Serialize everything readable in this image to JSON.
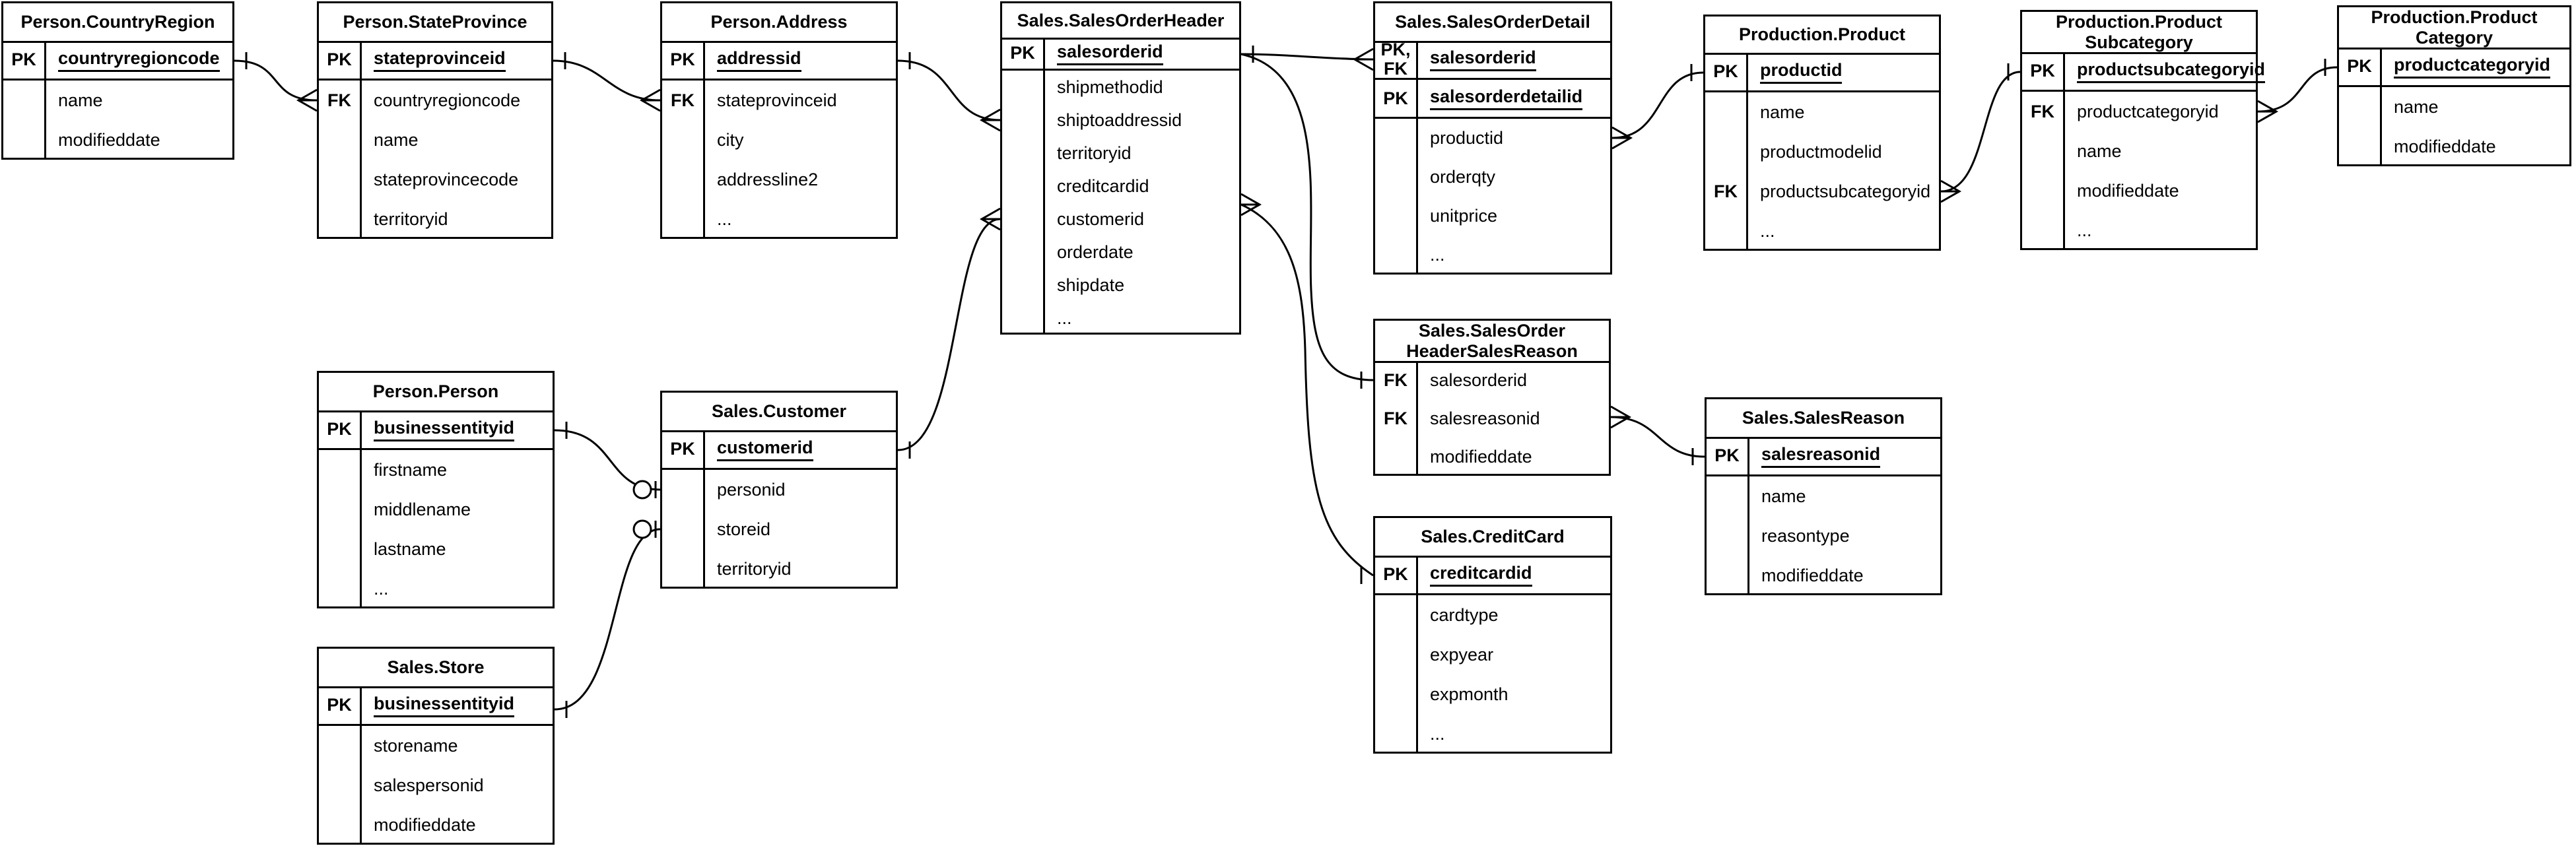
{
  "diagram": {
    "title": "AdventureWorks sales schema ER diagram",
    "notation": "crow's foot",
    "colors": {
      "line": "#000000",
      "background": "#ffffff",
      "text": "#000000"
    },
    "tables": [
      {
        "id": "countryregion",
        "title": "Person.CountryRegion",
        "rows": [
          {
            "key": "PK",
            "label": "countryregioncode",
            "section": "key",
            "underline": true
          },
          {
            "key": "",
            "label": "name",
            "section": "body",
            "underline": false
          },
          {
            "key": "",
            "label": "modifieddate",
            "section": "body",
            "underline": false
          }
        ]
      },
      {
        "id": "stateprovince",
        "title": "Person.StateProvince",
        "rows": [
          {
            "key": "PK",
            "label": "stateprovinceid",
            "section": "key",
            "underline": true
          },
          {
            "key": "FK",
            "label": "countryregioncode",
            "section": "body",
            "underline": false
          },
          {
            "key": "",
            "label": "name",
            "section": "body",
            "underline": false
          },
          {
            "key": "",
            "label": "stateprovincecode",
            "section": "body",
            "underline": false
          },
          {
            "key": "",
            "label": "territoryid",
            "section": "body",
            "underline": false
          }
        ]
      },
      {
        "id": "address",
        "title": "Person.Address",
        "rows": [
          {
            "key": "PK",
            "label": "addressid",
            "section": "key",
            "underline": true
          },
          {
            "key": "FK",
            "label": "stateprovinceid",
            "section": "body",
            "underline": false
          },
          {
            "key": "",
            "label": "city",
            "section": "body",
            "underline": false
          },
          {
            "key": "",
            "label": "addressline2",
            "section": "body",
            "underline": false
          },
          {
            "key": "",
            "label": "...",
            "section": "body",
            "underline": false
          }
        ]
      },
      {
        "id": "salesorderheader",
        "title": "Sales.SalesOrderHeader",
        "rows": [
          {
            "key": "PK",
            "label": "salesorderid",
            "section": "key",
            "underline": true
          },
          {
            "key": "",
            "label": "shipmethodid",
            "section": "body",
            "underline": false
          },
          {
            "key": "",
            "label": "shiptoaddressid",
            "section": "body",
            "underline": false
          },
          {
            "key": "",
            "label": "territoryid",
            "section": "body",
            "underline": false
          },
          {
            "key": "",
            "label": "creditcardid",
            "section": "body",
            "underline": false
          },
          {
            "key": "",
            "label": "customerid",
            "section": "body",
            "underline": false
          },
          {
            "key": "",
            "label": "orderdate",
            "section": "body",
            "underline": false
          },
          {
            "key": "",
            "label": "shipdate",
            "section": "body",
            "underline": false
          },
          {
            "key": "",
            "label": "...",
            "section": "body",
            "underline": false
          }
        ]
      },
      {
        "id": "salesorderdetail",
        "title": "Sales.SalesOrderDetail",
        "rows": [
          {
            "key": "PK,\nFK",
            "label": "salesorderid",
            "section": "key",
            "underline": true
          },
          {
            "key": "PK",
            "label": "salesorderdetailid",
            "section": "key",
            "underline": true
          },
          {
            "key": "",
            "label": "productid",
            "section": "body",
            "underline": false
          },
          {
            "key": "",
            "label": "orderqty",
            "section": "body",
            "underline": false
          },
          {
            "key": "",
            "label": "unitprice",
            "section": "body",
            "underline": false
          },
          {
            "key": "",
            "label": "...",
            "section": "body",
            "underline": false
          }
        ]
      },
      {
        "id": "product",
        "title": "Production.Product",
        "rows": [
          {
            "key": "PK",
            "label": "productid",
            "section": "key",
            "underline": true
          },
          {
            "key": "",
            "label": "name",
            "section": "body",
            "underline": false
          },
          {
            "key": "",
            "label": "productmodelid",
            "section": "body",
            "underline": false
          },
          {
            "key": "FK",
            "label": "productsubcategoryid",
            "section": "body",
            "underline": false
          },
          {
            "key": "",
            "label": "...",
            "section": "body",
            "underline": false
          }
        ]
      },
      {
        "id": "productsubcategory",
        "title": "Production.Product\nSubcategory",
        "rows": [
          {
            "key": "PK",
            "label": "productsubcategoryid",
            "section": "key",
            "underline": true
          },
          {
            "key": "FK",
            "label": "productcategoryid",
            "section": "body",
            "underline": false
          },
          {
            "key": "",
            "label": "name",
            "section": "body",
            "underline": false
          },
          {
            "key": "",
            "label": "modifieddate",
            "section": "body",
            "underline": false
          },
          {
            "key": "",
            "label": "...",
            "section": "body",
            "underline": false
          }
        ]
      },
      {
        "id": "productcategory",
        "title": "Production.Product\nCategory",
        "rows": [
          {
            "key": "PK",
            "label": "productcategoryid",
            "section": "key",
            "underline": true
          },
          {
            "key": "",
            "label": "name",
            "section": "body",
            "underline": false
          },
          {
            "key": "",
            "label": "modifieddate",
            "section": "body",
            "underline": false
          }
        ]
      },
      {
        "id": "person",
        "title": "Person.Person",
        "rows": [
          {
            "key": "PK",
            "label": "businessentityid",
            "section": "key",
            "underline": true
          },
          {
            "key": "",
            "label": "firstname",
            "section": "body",
            "underline": false
          },
          {
            "key": "",
            "label": "middlename",
            "section": "body",
            "underline": false
          },
          {
            "key": "",
            "label": "lastname",
            "section": "body",
            "underline": false
          },
          {
            "key": "",
            "label": "...",
            "section": "body",
            "underline": false
          }
        ]
      },
      {
        "id": "customer",
        "title": "Sales.Customer",
        "rows": [
          {
            "key": "PK",
            "label": "customerid",
            "section": "key",
            "underline": true
          },
          {
            "key": "",
            "label": "personid",
            "section": "body",
            "underline": false
          },
          {
            "key": "",
            "label": "storeid",
            "section": "body",
            "underline": false
          },
          {
            "key": "",
            "label": "territoryid",
            "section": "body",
            "underline": false
          }
        ]
      },
      {
        "id": "salesorderheadersalesreason",
        "title": "Sales.SalesOrder\nHeaderSalesReason",
        "rows": [
          {
            "key": "FK",
            "label": "salesorderid",
            "section": "body",
            "underline": false
          },
          {
            "key": "FK",
            "label": "salesreasonid",
            "section": "body",
            "underline": false
          },
          {
            "key": "",
            "label": "modifieddate",
            "section": "body",
            "underline": false
          }
        ]
      },
      {
        "id": "salesreason",
        "title": "Sales.SalesReason",
        "rows": [
          {
            "key": "PK",
            "label": "salesreasonid",
            "section": "key",
            "underline": true
          },
          {
            "key": "",
            "label": "name",
            "section": "body",
            "underline": false
          },
          {
            "key": "",
            "label": "reasontype",
            "section": "body",
            "underline": false
          },
          {
            "key": "",
            "label": "modifieddate",
            "section": "body",
            "underline": false
          }
        ]
      },
      {
        "id": "creditcard",
        "title": "Sales.CreditCard",
        "rows": [
          {
            "key": "PK",
            "label": "creditcardid",
            "section": "key",
            "underline": true
          },
          {
            "key": "",
            "label": "cardtype",
            "section": "body",
            "underline": false
          },
          {
            "key": "",
            "label": "expyear",
            "section": "body",
            "underline": false
          },
          {
            "key": "",
            "label": "expmonth",
            "section": "body",
            "underline": false
          },
          {
            "key": "",
            "label": "...",
            "section": "body",
            "underline": false
          }
        ]
      },
      {
        "id": "store",
        "title": "Sales.Store",
        "rows": [
          {
            "key": "PK",
            "label": "businessentityid",
            "section": "key",
            "underline": true
          },
          {
            "key": "",
            "label": "storename",
            "section": "body",
            "underline": false
          },
          {
            "key": "",
            "label": "salespersonid",
            "section": "body",
            "underline": false
          },
          {
            "key": "",
            "label": "modifieddate",
            "section": "body",
            "underline": false
          }
        ]
      }
    ],
    "relationships": [
      {
        "from": "countryregion",
        "from_field": "countryregioncode",
        "to": "stateprovince",
        "to_field": "countryregioncode",
        "from_card": "one",
        "to_card": "many"
      },
      {
        "from": "stateprovince",
        "from_field": "stateprovinceid",
        "to": "address",
        "to_field": "stateprovinceid",
        "from_card": "one",
        "to_card": "many"
      },
      {
        "from": "address",
        "from_field": "addressid",
        "to": "salesorderheader",
        "to_field": "shiptoaddressid",
        "from_card": "one",
        "to_card": "many"
      },
      {
        "from": "salesorderheader",
        "from_field": "salesorderid",
        "to": "salesorderdetail",
        "to_field": "salesorderid",
        "from_card": "one",
        "to_card": "many"
      },
      {
        "from": "salesorderheader",
        "from_field": "salesorderid",
        "to": "salesorderheadersalesreason",
        "to_field": "salesorderid",
        "from_card": "one",
        "to_card": "one"
      },
      {
        "from": "salesorderheader",
        "from_field": "creditcardid",
        "to": "creditcard",
        "to_field": "creditcardid",
        "from_card": "many",
        "to_card": "one"
      },
      {
        "from": "salesorderheadersalesreason",
        "from_field": "salesreasonid",
        "to": "salesreason",
        "to_field": "salesreasonid",
        "from_card": "many",
        "to_card": "one"
      },
      {
        "from": "salesorderdetail",
        "from_field": "productid",
        "to": "product",
        "to_field": "productid",
        "from_card": "many",
        "to_card": "one"
      },
      {
        "from": "product",
        "from_field": "productsubcategoryid",
        "to": "productsubcategory",
        "to_field": "productsubcategoryid",
        "from_card": "many",
        "to_card": "one"
      },
      {
        "from": "productsubcategory",
        "from_field": "productcategoryid",
        "to": "productcategory",
        "to_field": "productcategoryid",
        "from_card": "many",
        "to_card": "one"
      },
      {
        "from": "person",
        "from_field": "businessentityid",
        "to": "customer",
        "to_field": "personid",
        "from_card": "one",
        "to_card": "zero-or-one"
      },
      {
        "from": "store",
        "from_field": "businessentityid",
        "to": "customer",
        "to_field": "storeid",
        "from_card": "one",
        "to_card": "zero-or-one"
      },
      {
        "from": "customer",
        "from_field": "customerid",
        "to": "salesorderheader",
        "to_field": "customerid",
        "from_card": "one",
        "to_card": "many"
      }
    ]
  }
}
